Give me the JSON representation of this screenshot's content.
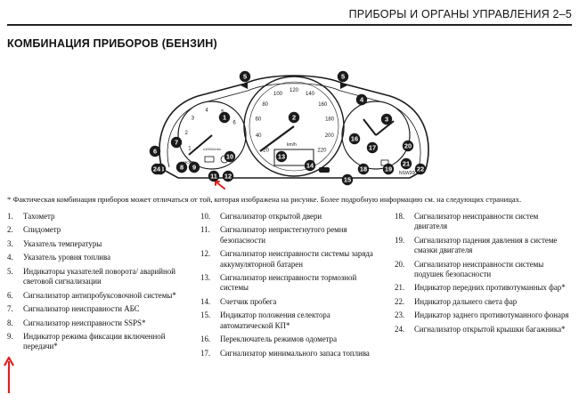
{
  "header": {
    "title": "ПРИБОРЫ И ОРГАНЫ УПРАВЛЕНИЯ 2–5"
  },
  "section_title": "КОМБИНАЦИЯ ПРИБОРОВ (БЕНЗИН)",
  "figure": {
    "callouts": [
      "1",
      "2",
      "3",
      "4",
      "5",
      "5",
      "6",
      "7",
      "8",
      "9",
      "10",
      "11",
      "12",
      "13",
      "14",
      "15",
      "16",
      "17",
      "18",
      "19",
      "20",
      "21",
      "22",
      "23",
      "24"
    ],
    "figure_code": "NSW2006A",
    "speed_unit": "km/h",
    "tach_label": "x1000r/min",
    "speedo_ticks": [
      "20",
      "40",
      "60",
      "80",
      "100",
      "120",
      "140",
      "160",
      "180",
      "200",
      "220"
    ],
    "tach_ticks": [
      "1",
      "2",
      "3",
      "4",
      "5",
      "6"
    ],
    "hold_label": "HOLD",
    "colors": {
      "highlight_arrow": "#e02020",
      "ink": "#1a1a1a",
      "callout_fill": "#1a1a1a"
    }
  },
  "footnote": "* Фактическая комбинация приборов может отличаться от той, которая изображена на рисунке. Более подробную информацию см. на следующих страницах.",
  "legend": {
    "col1": [
      {
        "n": "1.",
        "t": "Тахометр"
      },
      {
        "n": "2.",
        "t": "Спидометр"
      },
      {
        "n": "3.",
        "t": "Указатель температуры"
      },
      {
        "n": "4.",
        "t": "Указатель уровня топлива"
      },
      {
        "n": "5.",
        "t": "Индикаторы указателей поворота/ аварийной световой сигнализации"
      },
      {
        "n": "6.",
        "t": "Сигнализатор антипробуксовочной системы*"
      },
      {
        "n": "7.",
        "t": "Сигнализатор неисправности АБС"
      },
      {
        "n": "8.",
        "t": "Сигнализатор неисправности SSPS*"
      },
      {
        "n": "9.",
        "t": "Индикатор режима фиксации включенной передачи*"
      }
    ],
    "col2": [
      {
        "n": "10.",
        "t": "Сигнализатор открытой двери"
      },
      {
        "n": "11.",
        "t": "Сигнализатор непристегнутого ремня безопасности"
      },
      {
        "n": "12.",
        "t": "Сигнализатор неисправности системы заряда аккумуляторной батарен"
      },
      {
        "n": "13.",
        "t": "Сигнализатор неисправности тормозной системы"
      },
      {
        "n": "14.",
        "t": "Счетчик пробега"
      },
      {
        "n": "15.",
        "t": "Индикатор положения селектора автоматической КП*"
      },
      {
        "n": "16.",
        "t": "Переключатель режимов одометра"
      },
      {
        "n": "17.",
        "t": "Сигнализатор минимального запаса топлива"
      }
    ],
    "col3": [
      {
        "n": "18.",
        "t": "Сигнализатор неисправности систем двигателя"
      },
      {
        "n": "19.",
        "t": "Сигнализатор падения давления в системе смазки двигателя"
      },
      {
        "n": "20.",
        "t": "Сигнализатор неисправности системы подушек безопасности"
      },
      {
        "n": "21.",
        "t": "Индикатор передних противотуманных фар*"
      },
      {
        "n": "22.",
        "t": "Индикатор дальнего света фар"
      },
      {
        "n": "23.",
        "t": "Индикатор заднего противотуманного фонаря"
      },
      {
        "n": "24.",
        "t": "Сигнализатор открытой крышки багажника*"
      }
    ]
  }
}
